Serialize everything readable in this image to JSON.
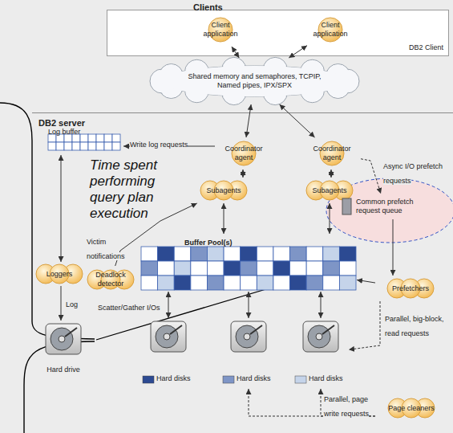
{
  "diagram": {
    "nodes": [
      {
        "text": [
          "Clients",
          "DB2 Client"
        ]
      },
      {
        "text": [
          "Client application"
        ],
        "in": 0
      },
      {
        "text": [
          "Client application"
        ],
        "in": 0
      },
      {
        "text": [
          "Shared memory and semaphores, TCPIP, Named pipes, IPX/SPX"
        ]
      },
      {
        "text": [
          "DB2 server"
        ]
      },
      {
        "text": [
          "Log buffer"
        ],
        "in": 4
      },
      {
        "text": [
          "Coordinator agent"
        ],
        "in": 4
      },
      {
        "text": [
          "Coordinator agent"
        ],
        "in": 4
      },
      {
        "text": [
          "Subagents"
        ],
        "in": 4
      },
      {
        "text": [
          "Subagents"
        ],
        "in": 4
      },
      {
        "text": [
          "Common prefetch request queue"
        ],
        "in": 4
      },
      {
        "text": [
          "Loggers"
        ],
        "in": 4
      },
      {
        "text": [
          "Deadlock detector"
        ],
        "in": 4
      },
      {
        "text": [
          "Buffer Pool(s)"
        ],
        "in": 4
      },
      {
        "text": [
          "Prefetchers"
        ],
        "in": 4
      },
      {
        "text": [
          "Hard drive"
        ],
        "in": 4
      },
      {
        "text": [
          "Hard disks"
        ],
        "in": 4
      },
      {
        "text": [
          "Hard disks"
        ],
        "in": 4
      },
      {
        "text": [
          "Hard disks"
        ],
        "in": 4
      },
      {
        "text": [
          "Page cleaners"
        ],
        "in": 4
      }
    ],
    "edges": [
      {
        "from": 1,
        "to": 3,
        "arrow": "both"
      },
      {
        "from": 2,
        "to": 3,
        "arrow": "both"
      },
      {
        "from": 3,
        "to": 6,
        "arrow": "both"
      },
      {
        "from": 3,
        "to": 7,
        "arrow": "both"
      },
      {
        "from": 6,
        "to": 5,
        "label": "Write log requests",
        "arrow": "to"
      },
      {
        "from": 6,
        "to": 8,
        "arrow": "both"
      },
      {
        "from": 7,
        "to": 9,
        "arrow": "both"
      },
      {
        "from": 7,
        "to": 10,
        "label": "Async I/O prefetch requests",
        "arrow": "to"
      },
      {
        "from": 8,
        "to": 13,
        "arrow": "both"
      },
      {
        "from": 9,
        "to": 13,
        "arrow": "both"
      },
      {
        "from": 10,
        "to": 14,
        "arrow": "to"
      },
      {
        "from": 14,
        "to": 13,
        "arrow": "to"
      },
      {
        "from": 5,
        "to": 11,
        "arrow": "both"
      },
      {
        "from": 12,
        "to": 8,
        "label": "Victim notifications",
        "arrow": "to"
      },
      {
        "from": 11,
        "to": 15,
        "label": "Log",
        "arrow": "to"
      },
      {
        "from": 13,
        "to": 16,
        "label": "Scatter/Gather I/Os",
        "arrow": "both"
      },
      {
        "from": 13,
        "to": 17,
        "arrow": "both"
      },
      {
        "from": 13,
        "to": 18,
        "arrow": "both"
      },
      {
        "from": 14,
        "to": 18,
        "label": "Parallel, big-block, read requests",
        "arrow": "to"
      },
      {
        "from": 19,
        "to": 18,
        "label": "Parallel, page write requests",
        "arrow": "to"
      },
      {
        "from": 19,
        "to": 17,
        "arrow": "to"
      }
    ],
    "labels": [
      "Time spent performing query plan execution"
    ]
  }
}
